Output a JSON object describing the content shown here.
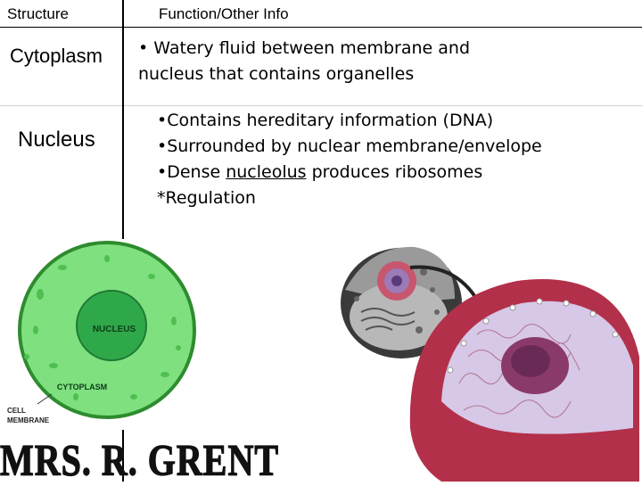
{
  "table": {
    "headers": {
      "structure": "Structure",
      "function": "Function/Other Info"
    },
    "rows": [
      {
        "structure": "Cytoplasm",
        "lines": [
          "• Watery fluid between membrane and",
          "nucleus that contains organelles"
        ]
      },
      {
        "structure": "Nucleus",
        "lines": [
          "•Contains hereditary information (DNA)",
          "•Surrounded by nuclear membrane/envelope"
        ],
        "line3_before": "•Dense ",
        "line3_underlined": "nucleolus",
        "line3_after": " produces ribosomes",
        "line4": "*Regulation"
      }
    ]
  },
  "diagram": {
    "nucleus_label": "NUCLEUS",
    "cytoplasm_label": "CYTOPLASM",
    "membrane_label_1": "CELL",
    "membrane_label_2": "MEMBRANE"
  },
  "signature": "MRS. R. GRENT",
  "colors": {
    "cell_green": "#7ee07e",
    "cell_border": "#2e8b2e",
    "nucleus_green": "#2fa84a",
    "nucleus_pink": "#c8566e",
    "nucleoplasm": "#d6c8e6"
  }
}
